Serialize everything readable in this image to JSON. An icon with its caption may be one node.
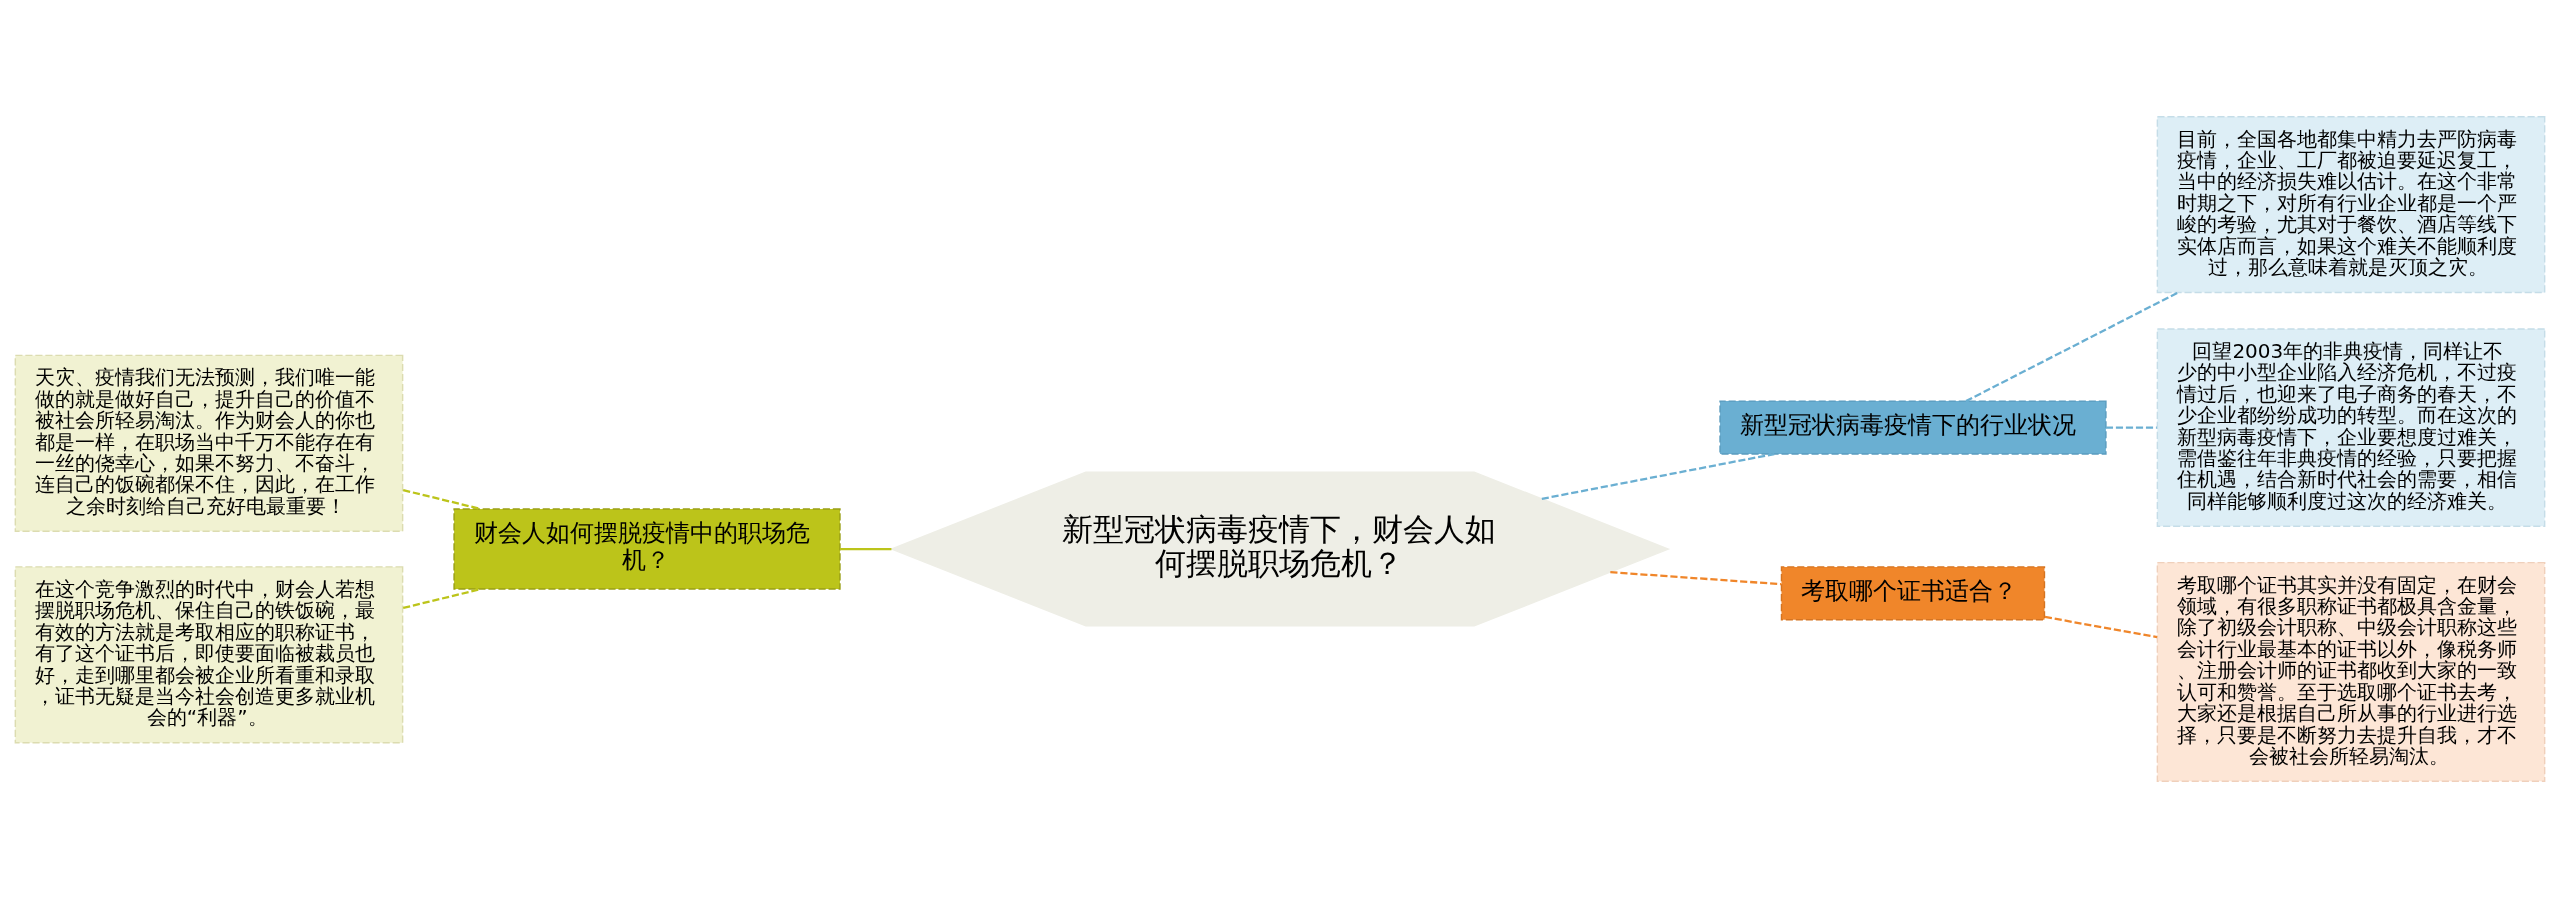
{
  "diagram": {
    "nodes": [
      {
        "text": [
          "新型冠状病毒疫情下，财会人如何摆脱职场危机？"
        ]
      },
      {
        "text": [
          "财会人如何摆脱疫情中的职场危机？"
        ]
      },
      {
        "text": [
          "天灾、疫情我们无法预测，我们唯一能做的就是做好自己，提升自己的价值不被社会所轻易淘汰。作为财会人的你也都是一样，在职场当中千万不能存在有一丝的侥幸心，如果不努力、不奋斗，连自己的饭碗都保不住，因此，在工作之余时刻给自己充好电最重要！"
        ]
      },
      {
        "text": [
          "在这个竞争激烈的时代中，财会人若想摆脱职场危机、保住自己的铁饭碗，最有效的方法就是考取相应的职称证书，有了这个证书后，即使要面临被裁员也好，走到哪里都会被企业所看重和录取，证书无疑是当今社会创造更多就业机会的“利器”。"
        ]
      },
      {
        "text": [
          "新型冠状病毒疫情下的行业状况"
        ]
      },
      {
        "text": [
          "目前，全国各地都集中精力去严防病毒疫情，企业、工厂都被迫要延迟复工，当中的经济损失难以估计。在这个非常时期之下，对所有行业企业都是一个严峻的考验，尤其对于餐饮、酒店等线下实体店而言，如果这个难关不能顺利度过，那么意味着就是灭顶之灾。"
        ]
      },
      {
        "text": [
          "回望2003年的非典疫情，同样让不少的中小型企业陷入经济危机，不过疫情过后，也迎来了电子商务的春天，不少企业都纷纷成功的转型。而在这次的新型病毒疫情下，企业要想度过难关，需借鉴往年非典疫情的经验，只要把握住机遇，结合新时代社会的需要，相信同样能够顺利度过这次的经济难关。"
        ]
      },
      {
        "text": [
          "考取哪个证书适合？"
        ]
      },
      {
        "text": [
          "考取哪个证书其实并没有固定，在财会领域，有很多职称证书都极具含金量，除了初级会计职称、中级会计职称这些会计行业最基本的证书以外，像税务师、注册会计师的证书都收到大家的一致认可和赞誉。至于选取哪个证书去考，大家还是根据自己所从事的行业进行选择，只要是不断努力去提升自我，才不会被社会所轻易淘汰。"
        ]
      }
    ],
    "edges": [
      {
        "from": 0,
        "to": 1,
        "arrow": "none",
        "color": "#bcc41a"
      },
      {
        "from": 1,
        "to": 2,
        "arrow": "none",
        "style": "dashed",
        "color": "#bcc41a"
      },
      {
        "from": 1,
        "to": 3,
        "arrow": "none",
        "style": "dashed",
        "color": "#bcc41a"
      },
      {
        "from": 0,
        "to": 4,
        "arrow": "none",
        "style": "dashed",
        "color": "#6aafd2"
      },
      {
        "from": 4,
        "to": 5,
        "arrow": "none",
        "style": "dashed",
        "color": "#6aafd2"
      },
      {
        "from": 4,
        "to": 6,
        "arrow": "none",
        "style": "dashed",
        "color": "#6aafd2"
      },
      {
        "from": 0,
        "to": 7,
        "arrow": "none",
        "style": "dashed",
        "color": "#f0862a"
      },
      {
        "from": 7,
        "to": 8,
        "arrow": "none",
        "style": "dashed",
        "color": "#f0862a"
      }
    ]
  }
}
